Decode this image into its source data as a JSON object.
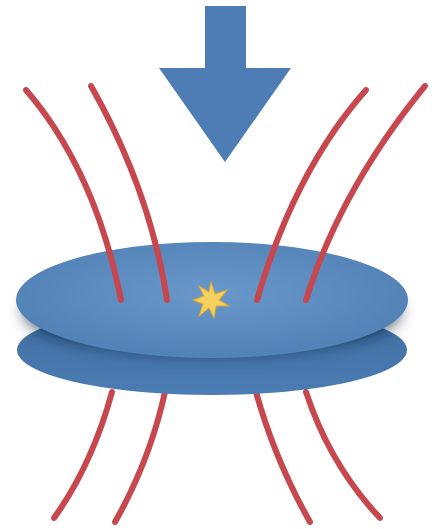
{
  "diagram": {
    "colors": {
      "field_line": "#C6474D",
      "disk_blue": "#4F7FB4",
      "disk_blue_light": "#5F8FC4",
      "arrow_blue": "#4E7DB6",
      "spark_yellow": "#F3D15C",
      "spark_outline": "#E0A82E",
      "shadow": "#0d1c34"
    },
    "elements": [
      "downward-arrow-icon",
      "upper-disk",
      "lower-disk",
      "magnetic-field-lines",
      "spark-icon"
    ]
  }
}
